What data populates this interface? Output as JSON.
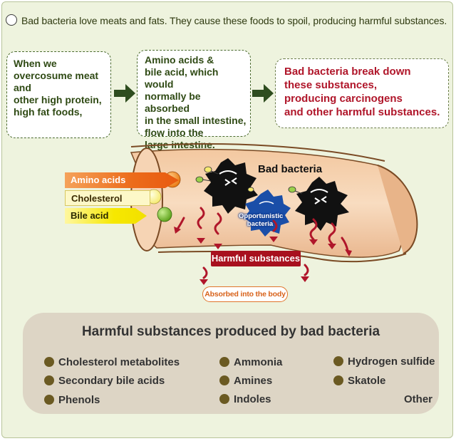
{
  "intro_text": "Bad bacteria love meats and fats. They cause these foods to spoil, producing harmful substances.",
  "flow": {
    "step1": "When we\novercosume meat\nand\nother high protein,\nhigh fat foods,",
    "step2": "Amino acids &\nbile acid, which would\nnormally be absorbed\nin the small intestine,\nflow into the\nlarge intestine.",
    "step3": "Bad bacteria break down\nthese substances,\nproducing carcinogens\nand other harmful substances."
  },
  "intestine": {
    "inputs": [
      "Amino acids",
      "Cholesterol",
      "Bile acid"
    ],
    "bad_bacteria_label": "Bad bacteria",
    "opportunistic_label": "Opportunistic\nbacteria",
    "harmful_label": "Harmful substances",
    "absorbed_label": "Absorbed into the body"
  },
  "panel": {
    "title": "Harmful substances produced by bad bacteria",
    "items": [
      "Cholesterol metabolites",
      "Secondary bile acids",
      "Phenols",
      "Ammonia",
      "Amines",
      "Indoles",
      "Hydrogen sulfide",
      "Skatole"
    ],
    "other": "Other"
  },
  "colors": {
    "amino": "#ec6b1a",
    "cholesterol": "#fdf8c8",
    "bile": "#f2e000",
    "harmful": "#a8101e",
    "arrow": "#2e4d1f"
  }
}
